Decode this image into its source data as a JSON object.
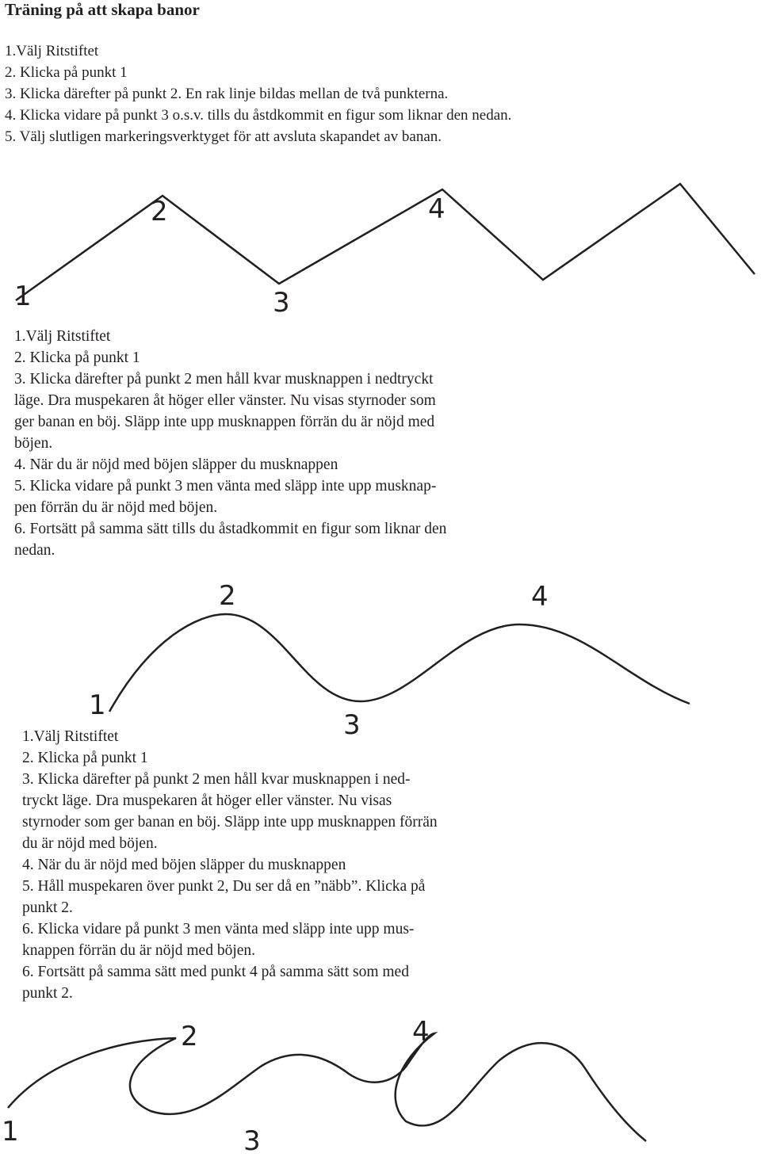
{
  "title": "Träning på att skapa banor",
  "section1": {
    "lines": [
      "1.Välj Ritstiftet",
      "2. Klicka på punkt 1",
      "3. Klicka därefter på punkt 2. En rak linje bildas mellan de två punkterna.",
      "4. Klicka vidare på punkt 3 o.s.v. tills du åstdkommit en figur som liknar den nedan.",
      "5. Välj slutligen markeringsverktyget för att avsluta skapandet av banan."
    ],
    "figure_labels": {
      "p1": "1",
      "p2": "2",
      "p3": "3",
      "p4": "4"
    }
  },
  "section2": {
    "lines": [
      "1.Välj Ritstiftet",
      "2. Klicka på punkt 1",
      "3. Klicka därefter på punkt 2 men håll kvar musknappen i nedtryckt",
      "läge. Dra muspekaren åt höger eller vänster. Nu visas styrnoder som",
      "ger banan en böj. Släpp inte upp musknappen förrän du är nöjd med",
      "böjen.",
      "4. När du är nöjd med böjen släpper du musknappen",
      "5. Klicka vidare på punkt 3 men vänta med  släpp inte upp musknap-",
      "pen förrän du är nöjd med böjen.",
      "6. Fortsätt på samma sätt tills du åstadkommit en figur som liknar den",
      "nedan."
    ],
    "figure_labels": {
      "p1": "1",
      "p2": "2",
      "p3": "3",
      "p4": "4"
    }
  },
  "section3": {
    "lines": [
      "1.Välj Ritstiftet",
      "2. Klicka på punkt 1",
      "3. Klicka därefter på punkt 2 men håll kvar musknappen i ned-",
      "tryckt läge. Dra muspekaren åt höger eller vänster. Nu visas",
      "styrnoder som ger banan en böj. Släpp inte upp musknappen förrän",
      "du är nöjd med böjen.",
      "4. När du är nöjd med böjen släpper du musknappen",
      "5. Håll muspekaren över punkt 2,  Du ser då en ”näbb”. Klicka på",
      "punkt 2.",
      "6. Klicka vidare på punkt 3 men vänta med  släpp inte upp mus-",
      "knappen förrän du är nöjd med böjen.",
      "6. Fortsätt på samma sätt med punkt 4 på samma sätt som med",
      "punkt 2."
    ],
    "figure_labels": {
      "p1": "1",
      "p2": "2",
      "p3": "3",
      "p4": "4"
    }
  }
}
